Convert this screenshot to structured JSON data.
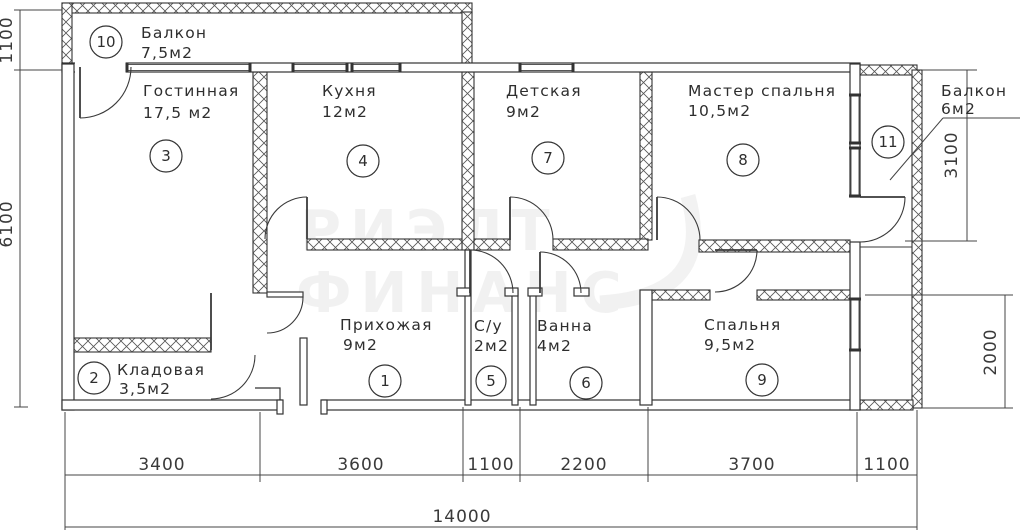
{
  "plan_title": "apartment-floor-plan",
  "watermark": {
    "line1": "РИЭЛТ",
    "line2": "ФИНАНС"
  },
  "rooms": [
    {
      "number": "10",
      "name": "Балкон",
      "area": "7,5м2"
    },
    {
      "number": "3",
      "name": "Гостинная",
      "area": "17,5 м2"
    },
    {
      "number": "4",
      "name": "Кухня",
      "area": "12м2"
    },
    {
      "number": "7",
      "name": "Детская",
      "area": "9м2"
    },
    {
      "number": "8",
      "name": "Мастер спальня",
      "area": "10,5м2"
    },
    {
      "number": "11",
      "name": "Балкон",
      "area": "6м2"
    },
    {
      "number": "2",
      "name": "Кладовая",
      "area": "3,5м2"
    },
    {
      "number": "1",
      "name": "Прихожая",
      "area": "9м2"
    },
    {
      "number": "5",
      "name": "С/у",
      "area": "2м2"
    },
    {
      "number": "6",
      "name": "Ванна",
      "area": "4м2"
    },
    {
      "number": "9",
      "name": "Спальня",
      "area": "9,5м2"
    }
  ],
  "dimensions": {
    "left": [
      "1100",
      "6100"
    ],
    "right": [
      "3100",
      "2000"
    ],
    "bottom": [
      "3400",
      "3600",
      "1100",
      "2200",
      "3700",
      "1100"
    ],
    "total": "14000"
  },
  "colors": {
    "line": "#333333",
    "hatch": "#555555",
    "text": "#2e2e2e"
  }
}
